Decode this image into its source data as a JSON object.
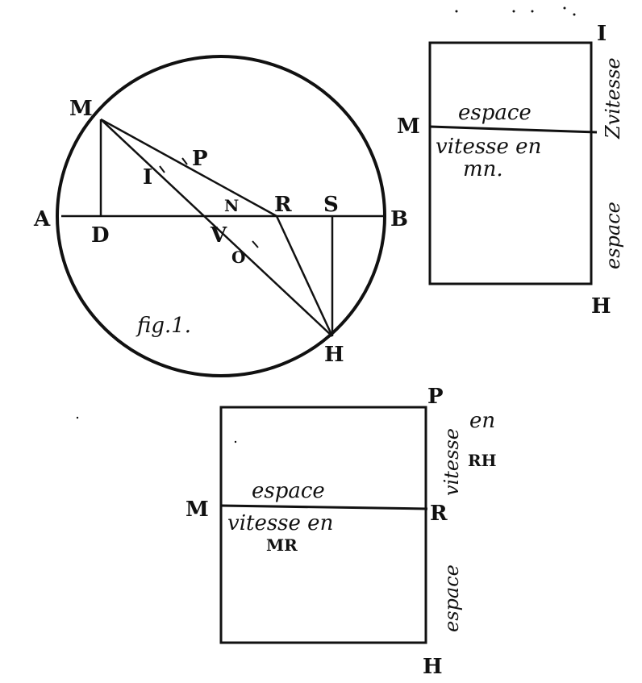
{
  "figure1": {
    "caption": "fig.1.",
    "points": {
      "M": "M",
      "P": "P",
      "I": "I",
      "A": "A",
      "D": "D",
      "N": "N",
      "V": "V",
      "R": "R",
      "S": "S",
      "B": "B",
      "O": "O",
      "H": "H"
    }
  },
  "box_top": {
    "left_label": "M",
    "corner_top": "I",
    "corner_bottom": "H",
    "side_top_text": "Zvitesse",
    "side_bottom_text": "espace",
    "upper_text": "espace",
    "lower_text_line1": "vitesse en",
    "lower_text_line2": "mn."
  },
  "box_bottom": {
    "left_label": "M",
    "corner_top": "P",
    "corner_mid": "R",
    "corner_bottom": "H",
    "side_top_text": "vitesse",
    "side_en": "en",
    "side_rh": "RH",
    "side_bottom_text": "espace",
    "upper_text": "espace",
    "lower_text_line1": "vitesse en",
    "lower_text_line2": "MR"
  }
}
